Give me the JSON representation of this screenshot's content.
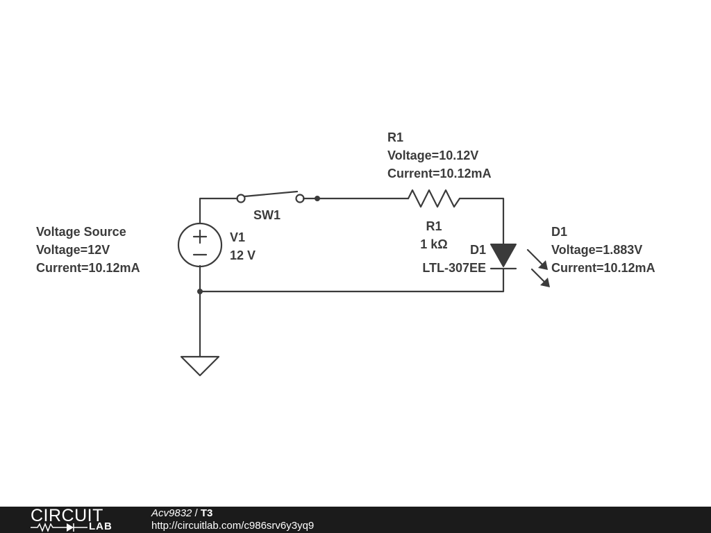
{
  "schematic": {
    "source": {
      "ref": "V1",
      "value": "12 V",
      "info": [
        "Voltage Source",
        "Voltage=12V",
        "Current=10.12mA"
      ]
    },
    "switch": {
      "ref": "SW1"
    },
    "resistor": {
      "ref": "R1",
      "value": "1 kΩ",
      "info": [
        "R1",
        "Voltage=10.12V",
        "Current=10.12mA"
      ]
    },
    "led": {
      "ref": "D1",
      "part": "LTL-307EE",
      "info": [
        "D1",
        "Voltage=1.883V",
        "Current=10.12mA"
      ]
    },
    "ground": {
      "icon": "ground-icon"
    },
    "colors": {
      "wire": "#3b3b3b",
      "footer_bg": "#1b1b1b"
    }
  },
  "footer": {
    "logo_top": "CIRCUIT",
    "logo_bottom": "LAB",
    "author": "Acv9832",
    "separator": " / ",
    "title": "T3",
    "url": "http://circuitlab.com/c986srv6y3yq9"
  }
}
